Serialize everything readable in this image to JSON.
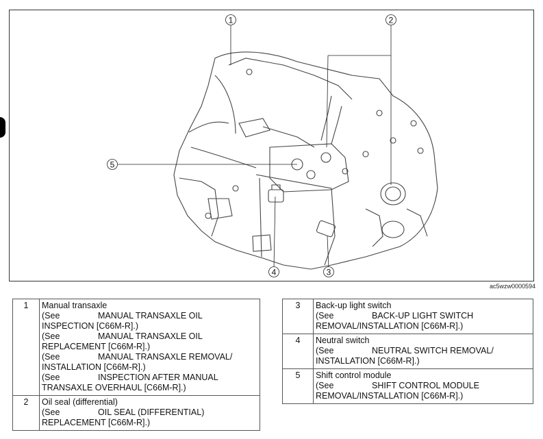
{
  "figure": {
    "image_id": "ac5wzw0000594",
    "callouts": [
      "1",
      "2",
      "3",
      "4",
      "5"
    ]
  },
  "legend_left": [
    {
      "num": "1",
      "title": "Manual transaxle",
      "refs": [
        {
          "see": "(See",
          "text": "MANUAL TRANSAXLE OIL",
          "cont": "INSPECTION [C66M-R].)"
        },
        {
          "see": "(See",
          "text": "MANUAL TRANSAXLE OIL",
          "cont": "REPLACEMENT [C66M-R].)"
        },
        {
          "see": "(See",
          "text": "MANUAL TRANSAXLE REMOVAL/",
          "cont": "INSTALLATION [C66M-R].)"
        },
        {
          "see": "(See",
          "text": "INSPECTION AFTER MANUAL",
          "cont": "TRANSAXLE OVERHAUL [C66M-R].)"
        }
      ]
    },
    {
      "num": "2",
      "title": "Oil seal (differential)",
      "refs": [
        {
          "see": "(See",
          "text": "OIL SEAL (DIFFERENTIAL)",
          "cont": "REPLACEMENT [C66M-R].)"
        }
      ]
    }
  ],
  "legend_right": [
    {
      "num": "3",
      "title": "Back-up light switch",
      "refs": [
        {
          "see": "(See",
          "text": "BACK-UP LIGHT SWITCH",
          "cont": "REMOVAL/INSTALLATION [C66M-R].)"
        }
      ]
    },
    {
      "num": "4",
      "title": "Neutral switch",
      "refs": [
        {
          "see": "(See",
          "text": "NEUTRAL SWITCH REMOVAL/",
          "cont": "INSTALLATION [C66M-R].)"
        }
      ]
    },
    {
      "num": "5",
      "title": "Shift control module",
      "refs": [
        {
          "see": "(See",
          "text": "SHIFT CONTROL MODULE",
          "cont": "REMOVAL/INSTALLATION [C66M-R].)"
        }
      ]
    }
  ]
}
